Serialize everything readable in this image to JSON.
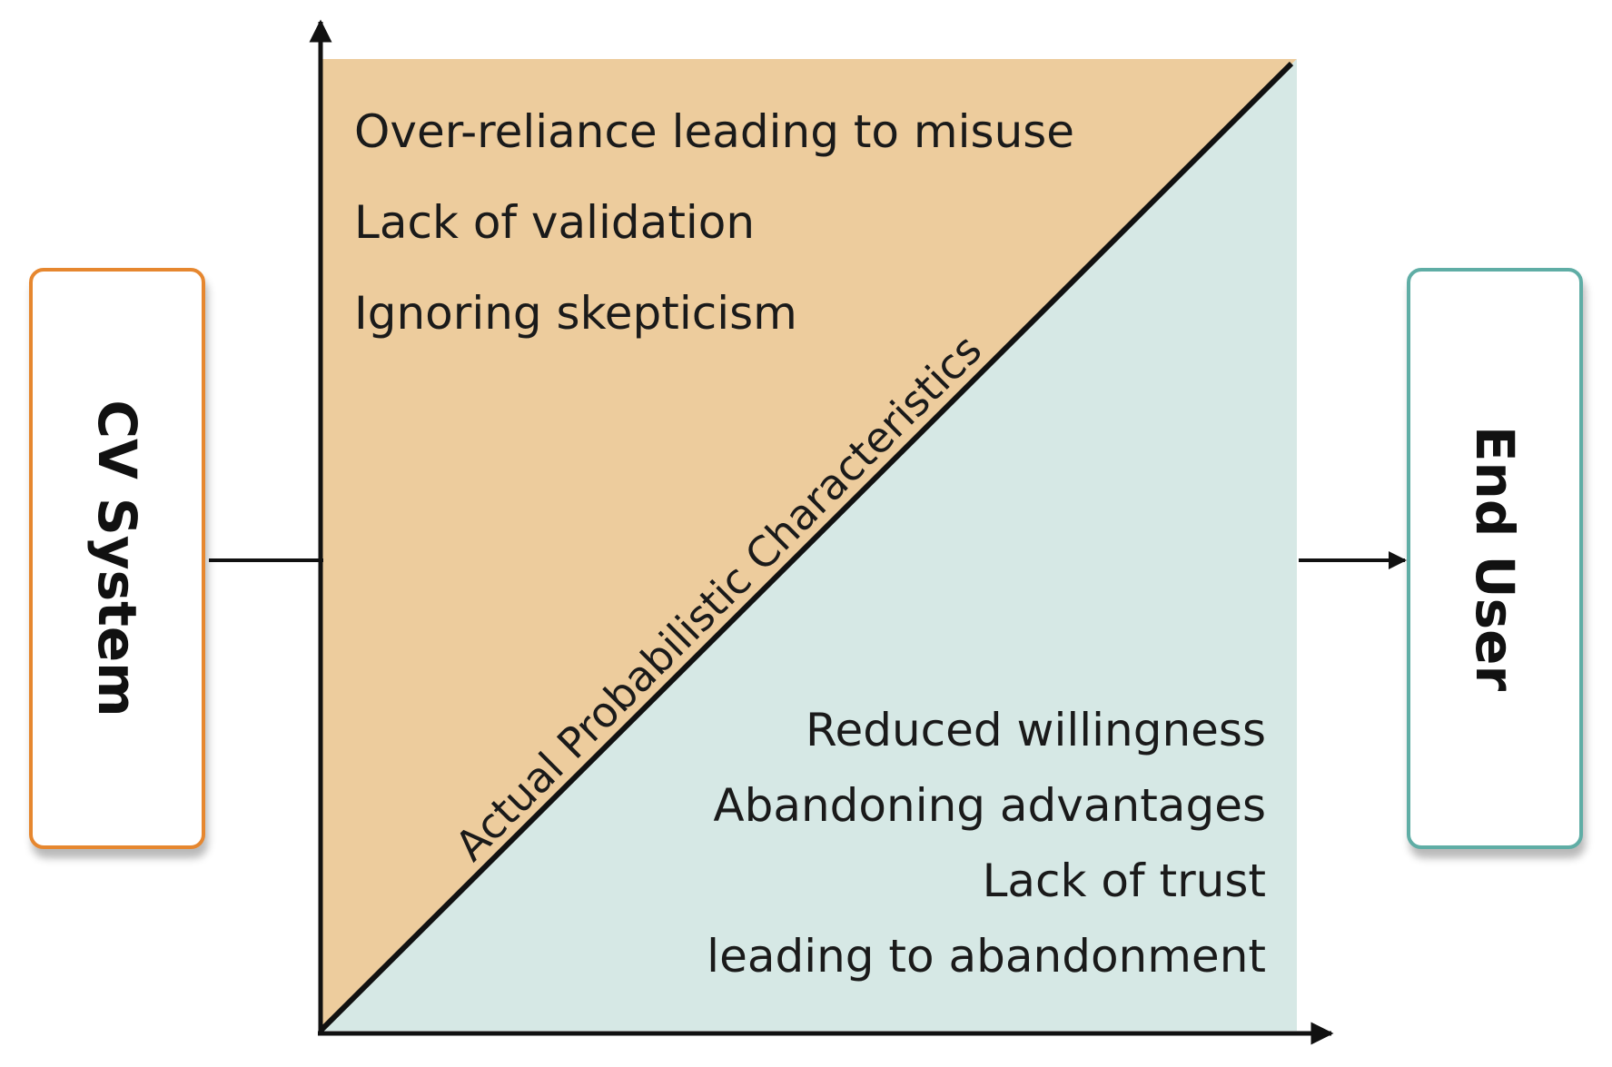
{
  "left_box": {
    "label": "CV System"
  },
  "right_box": {
    "label": "End User"
  },
  "diagonal_label": "Actual Probabilistic Characteristics",
  "upper_region": {
    "items": [
      "Over-reliance leading to misuse",
      "Lack of validation",
      "Ignoring skepticism"
    ]
  },
  "lower_region": {
    "items": [
      "Reduced willingness",
      "Abandoning advantages",
      "Lack of trust",
      "leading to abandonment"
    ]
  },
  "colors": {
    "upper_fill": "#edcc9d",
    "lower_fill": "#d6e8e5",
    "cv_border": "#e6872f",
    "user_border": "#5fada5",
    "axis": "#111111"
  }
}
